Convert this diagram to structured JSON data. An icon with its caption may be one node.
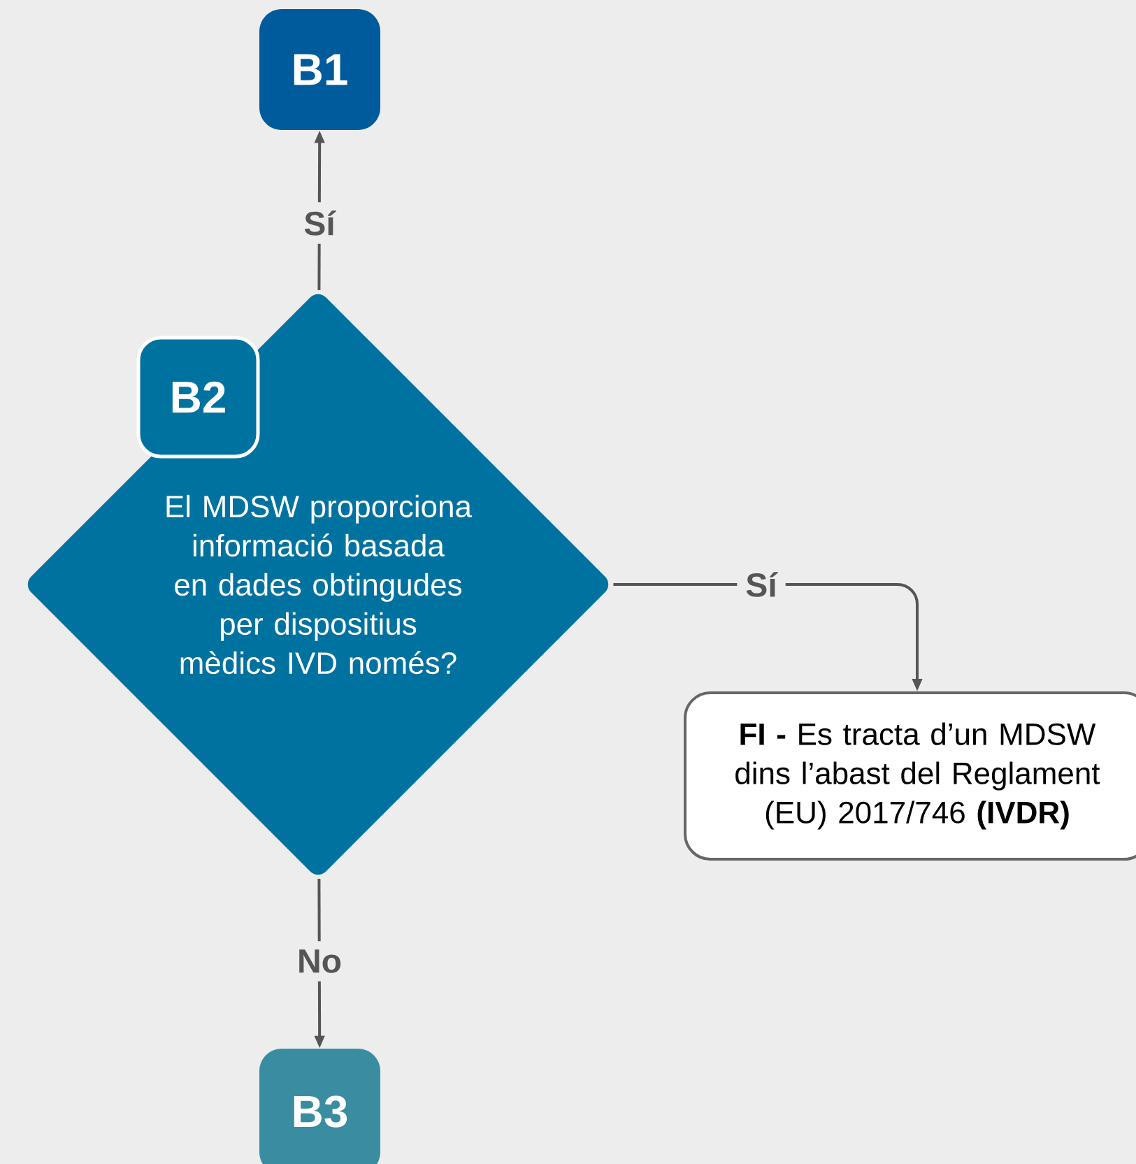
{
  "diagram": {
    "nodes": [
      {
        "text": [
          "B1"
        ]
      },
      {
        "text": [
          "El MDSW proporciona informació basada en dades obtingudes per dispositius mèdics IVD només?"
        ]
      },
      {
        "text": [
          "B2"
        ]
      },
      {
        "text": [
          "**FI -** Es tracta d’un MDSW dins l’abast del Reglament (EU) 2017/746 **(IVDR)**"
        ]
      },
      {
        "text": [
          "B3"
        ]
      }
    ],
    "edges": [
      {
        "from": 1,
        "to": 0,
        "arrow": "to",
        "label": "Sí"
      },
      {
        "from": 1,
        "to": 3,
        "arrow": "to",
        "label": "Sí"
      },
      {
        "from": 1,
        "to": 4,
        "arrow": "to",
        "label": "No"
      }
    ]
  }
}
